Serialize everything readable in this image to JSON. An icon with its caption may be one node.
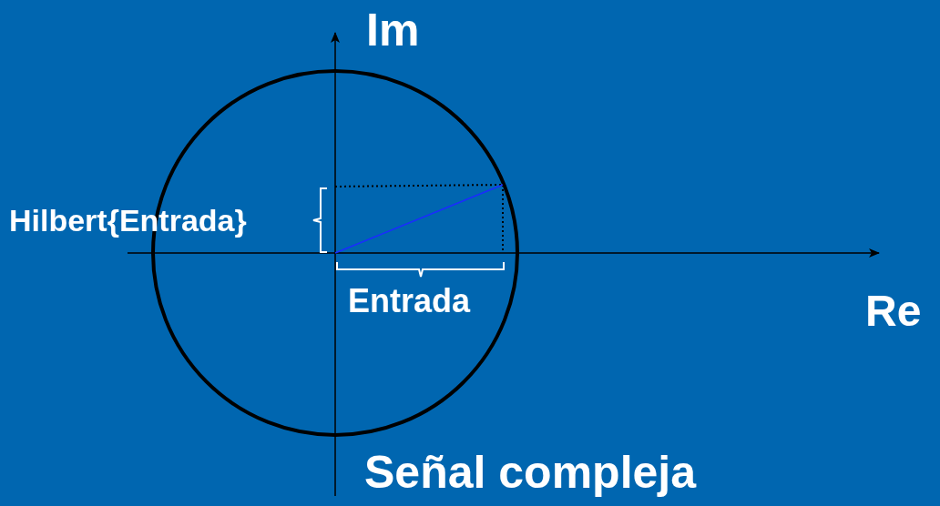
{
  "diagram": {
    "caption": "Señal compleja",
    "labels": [
      "Im",
      "Hilbert{Entrada}",
      "Entrada",
      "Re"
    ]
  }
}
